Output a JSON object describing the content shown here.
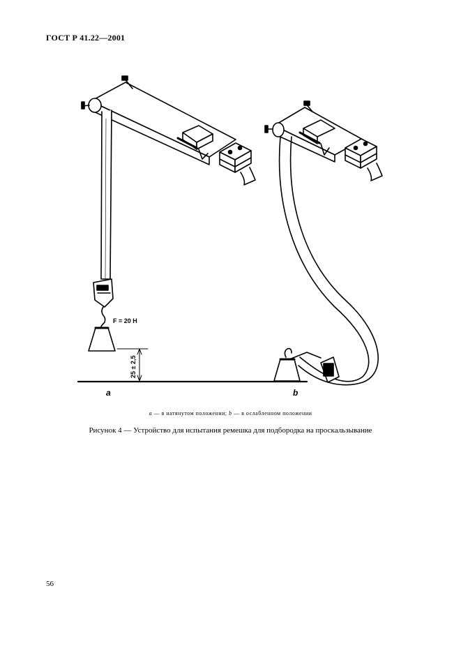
{
  "header": {
    "doc_code": "ГОСТ Р 41.22—2001"
  },
  "figure": {
    "force_label": "F = 20 Н",
    "dimension_label": "25 ± 2,5",
    "label_a": "a",
    "label_b": "b"
  },
  "legend": {
    "a_letter": "a",
    "a_text": " — в натянутом положении; ",
    "b_letter": "b",
    "b_text": " — в ослабленном положении"
  },
  "caption": "Рисунок 4 — Устройство для испытания ремешка для подбородка на проскальзывание",
  "page_number": "56"
}
